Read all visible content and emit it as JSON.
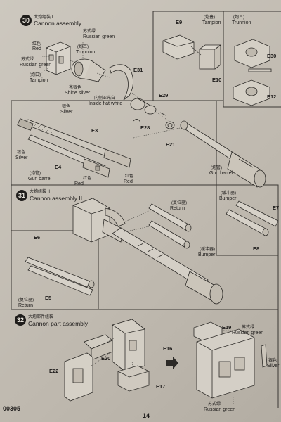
{
  "step30": {
    "number": "30",
    "title_cn": "大炮组装 I",
    "title_en": "Cannon assembly I",
    "labels": {
      "red_cn": "红色",
      "red_en": "Red",
      "russian_green_cn": "苏式绿",
      "russian_green_en": "Russian green",
      "trunnion_cn": "(炮耳)",
      "trunnion_en": "Trunnion",
      "russian_green_left_cn": "苏式绿",
      "russian_green_left_en": "Russian green",
      "tampion_cn": "(炮口)",
      "tampion_en": "Tampion",
      "shine_silver_cn": "亮银色",
      "shine_silver_en": "Shine silver",
      "inside_flat_white_cn": "内侧亚光白",
      "inside_flat_white_en": "Inside flat white",
      "silver_top_cn": "银色",
      "silver_top_en": "Silver",
      "silver_left_cn": "银色",
      "silver_left_en": "Silver",
      "gun_barrel_cn": "(炮管)",
      "gun_barrel_en": "Gun barrel",
      "red_bottom_cn": "红色",
      "red_bottom_en": "Red",
      "red_bottom2_cn": "红色",
      "red_bottom2_en": "Red",
      "gun_barrel_right_cn": "(炮管)",
      "gun_barrel_right_en": "Gun barrel"
    },
    "parts": {
      "e31": "E31",
      "e29": "E29",
      "e28": "E28",
      "e21": "E21",
      "e3": "E3",
      "e4": "E4"
    },
    "inset_tampion": {
      "part_top": "E9",
      "label_cn": "(炮塞)",
      "label_en": "Tampion",
      "part_bottom": "E10"
    },
    "inset_trunnion": {
      "label_cn": "(炮耳)",
      "label_en": "Trunnion",
      "part_top": "E30",
      "part_bottom": "E12"
    }
  },
  "step31": {
    "number": "31",
    "title_cn": "大炮组装 II",
    "title_en": "Cannon assembly II",
    "labels": {
      "return_cn": "(复位器)",
      "return_en": "Return",
      "bumper_cn": "(缓冲器)",
      "bumper_en": "Bumper",
      "bumper_inset_cn": "(缓冲器)",
      "bumper_inset_en": "Bumper"
    },
    "parts": {
      "e7": "E7",
      "e8": "E8"
    },
    "inset_return": {
      "part_top": "E6",
      "part_bottom": "E5",
      "label_cn": "(复位器)",
      "label_en": "Return"
    }
  },
  "step32": {
    "number": "32",
    "title_cn": "大炮部件组装",
    "title_en": "Cannon part assembly",
    "labels": {
      "russian_green_top_cn": "苏式绿",
      "russian_green_top_en": "Russian green",
      "silver_cn": "银色",
      "silver_en": "Silver",
      "russian_green_bottom_cn": "苏式绿",
      "russian_green_bottom_en": "Russian green"
    },
    "parts": {
      "e20": "E20",
      "e16": "E16",
      "e22": "E22",
      "e17": "E17",
      "e19": "E19"
    }
  },
  "footer": {
    "code": "00305",
    "page": "14"
  }
}
